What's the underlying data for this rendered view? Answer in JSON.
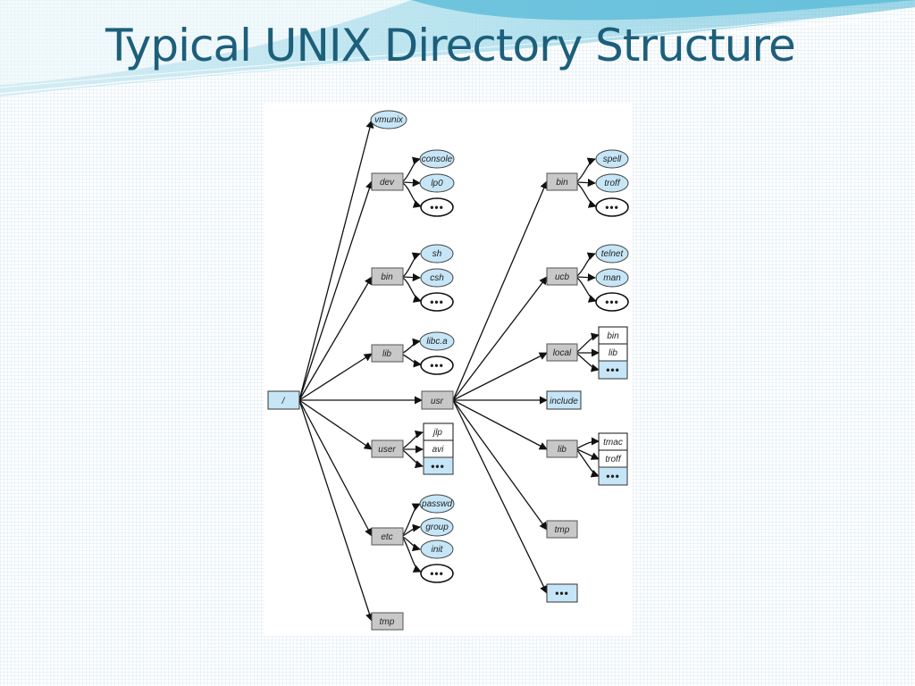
{
  "title": "Typical UNIX Directory Structure",
  "colors": {
    "title": "#1d5f7a",
    "file_fill": "#c6e6f7",
    "dir_fill": "#c8c8c8"
  },
  "tree": {
    "root": "/",
    "root_children": [
      "vmunix",
      "dev",
      "bin",
      "lib",
      "usr",
      "user",
      "etc",
      "tmp"
    ],
    "dev": [
      "console",
      "lp0",
      "•••"
    ],
    "bin": [
      "sh",
      "csh",
      "•••"
    ],
    "lib": [
      "libc.a",
      "•••"
    ],
    "user": [
      "jlp",
      "avi",
      "•••"
    ],
    "etc": [
      "passwd",
      "group",
      "init",
      "•••"
    ],
    "usr": [
      "bin",
      "ucb",
      "local",
      "include",
      "lib",
      "tmp",
      "•••"
    ],
    "usr_bin": [
      "spell",
      "troff",
      "•••"
    ],
    "usr_ucb": [
      "telnet",
      "man",
      "•••"
    ],
    "usr_local": [
      "bin",
      "lib",
      "•••"
    ],
    "usr_lib": [
      "tmac",
      "troff",
      "•••"
    ]
  }
}
